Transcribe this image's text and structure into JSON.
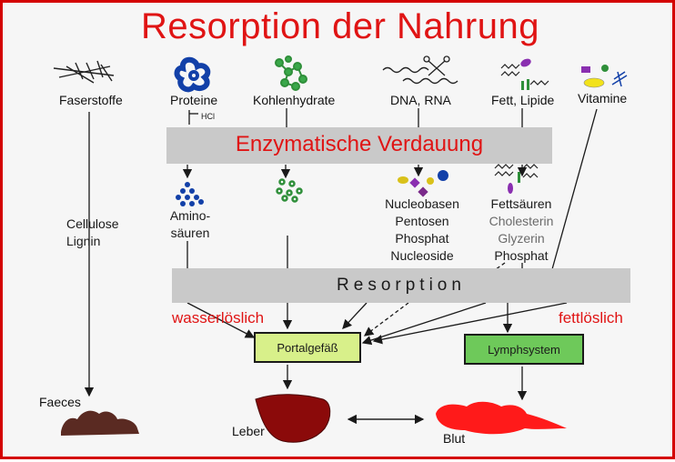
{
  "title": "Resorption der Nahrung",
  "sources": {
    "faser": "Faserstoffe",
    "proteine": "Proteine",
    "kohlen": "Kohlenhydrate",
    "dna": "DNA, RNA",
    "fett": "Fett, Lipide",
    "vitamine": "Vitamine"
  },
  "hcl": "HCl",
  "enzyme_bar": "Enzymatische Verdauung",
  "products": {
    "amino_1": "Amino-",
    "amino_2": "säuren",
    "cellulose_1": "Cellulose",
    "cellulose_2": "Lignin",
    "nuc_1": "Nucleobasen",
    "nuc_2": "Pentosen",
    "nuc_3": "Phosphat",
    "nuc_4": "Nucleoside",
    "fat_1": "Fettsäuren",
    "fat_2": "Cholesterin",
    "fat_3": "Glyzerin",
    "fat_4": "Phosphat"
  },
  "resorption_bar": "Resorption",
  "wasserloeslich": "wasserlöslich",
  "fettloeslich": "fettlöslich",
  "portal": "Portalgefäß",
  "lymph": "Lymphsystem",
  "faeces": "Faeces",
  "leber": "Leber",
  "blut": "Blut",
  "colors": {
    "frame": "#d40000",
    "title": "#e01414",
    "bar": "#c9c9c9",
    "portal": "#d8f08a",
    "lymph": "#6ec95a",
    "liver": "#8b0a0a",
    "blood": "#ff1a1a",
    "faeces": "#5a2a22",
    "protein": "#1240a8",
    "carb": "#2f8f3a"
  }
}
